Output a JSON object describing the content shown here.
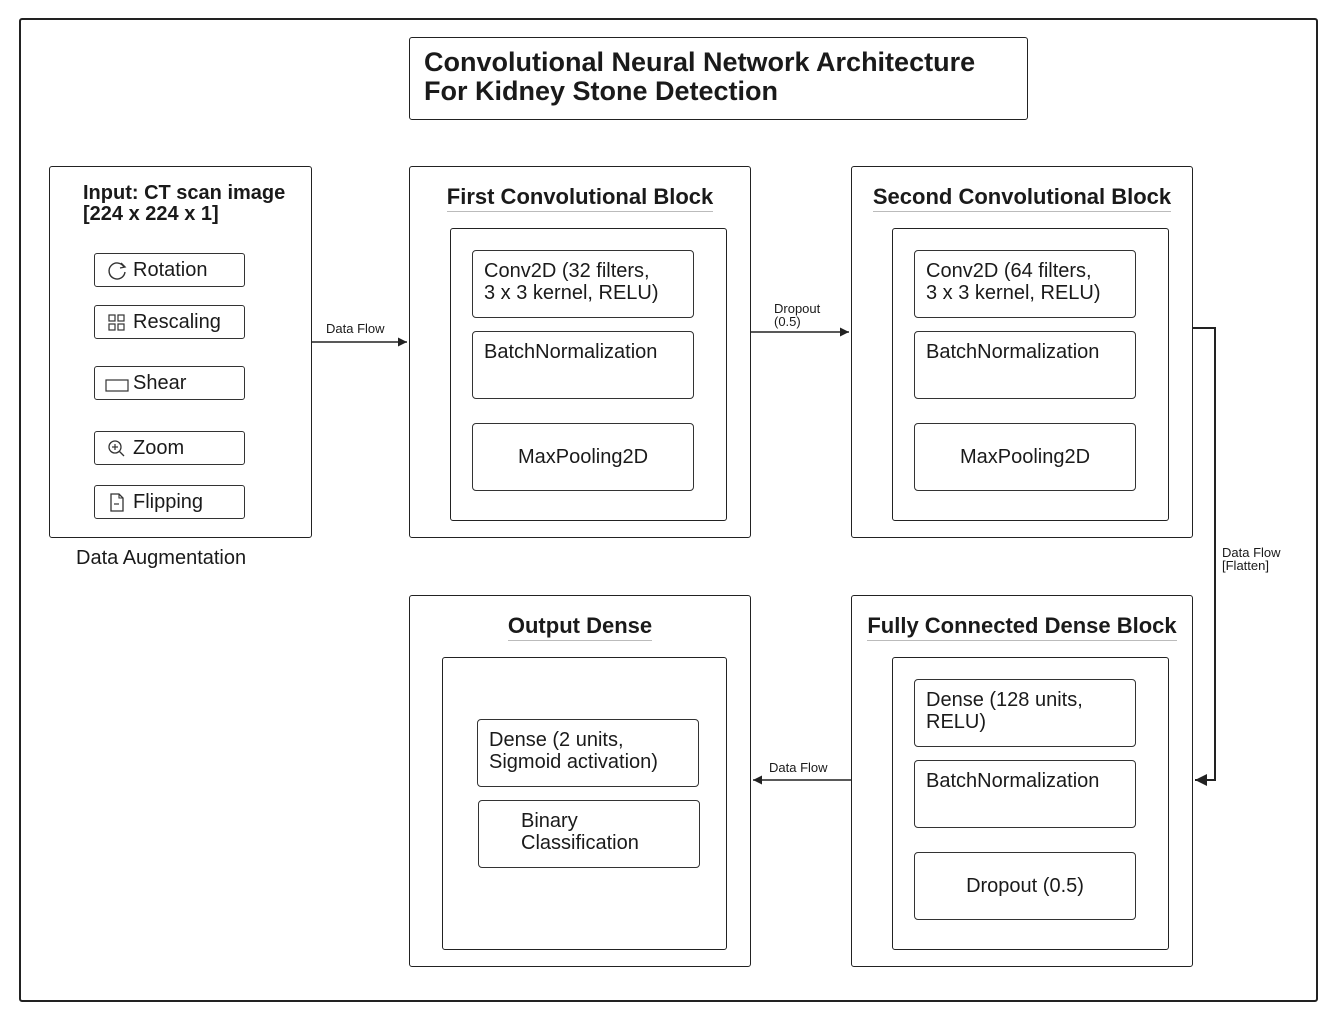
{
  "title_lines": [
    "Convolutional Neural Network Architecture",
    "For Kidney Stone Detection"
  ],
  "input": {
    "title_line1": "Input: CT scan image",
    "title_line2": "[224 x 224 x 1]",
    "augmentations": [
      {
        "label": "Rotation",
        "icon": "rotate-icon"
      },
      {
        "label": "Rescaling",
        "icon": "grid-icon"
      },
      {
        "label": "Shear",
        "icon": "rectangle-icon"
      },
      {
        "label": "Zoom",
        "icon": "zoom-icon"
      },
      {
        "label": "Flipping",
        "icon": "document-icon"
      }
    ],
    "caption": "Data Augmentation"
  },
  "blocks": {
    "first_conv": {
      "title": "First Convolutional Block",
      "layers": [
        "Conv2D (32 filters,\n3 x 3 kernel, RELU)",
        "BatchNormalization",
        "MaxPooling2D"
      ]
    },
    "second_conv": {
      "title": "Second Convolutional Block",
      "layers": [
        "Conv2D (64 filters,\n3 x 3 kernel, RELU)",
        "BatchNormalization",
        "MaxPooling2D"
      ]
    },
    "dense": {
      "title": "Fully Connected Dense Block",
      "layers": [
        "Dense (128 units,\nRELU)",
        "BatchNormalization",
        "Dropout (0.5)"
      ]
    },
    "output": {
      "title": "Output Dense",
      "layers": [
        "Dense (2 units,\nSigmoid activation)",
        "Binary\nClassification"
      ]
    }
  },
  "edges": {
    "input_to_first": "Data Flow",
    "first_to_second": "Dropout\n(0.5)",
    "second_to_dense": "Data Flow\n[Flatten]",
    "dense_to_output": "Data Flow"
  }
}
